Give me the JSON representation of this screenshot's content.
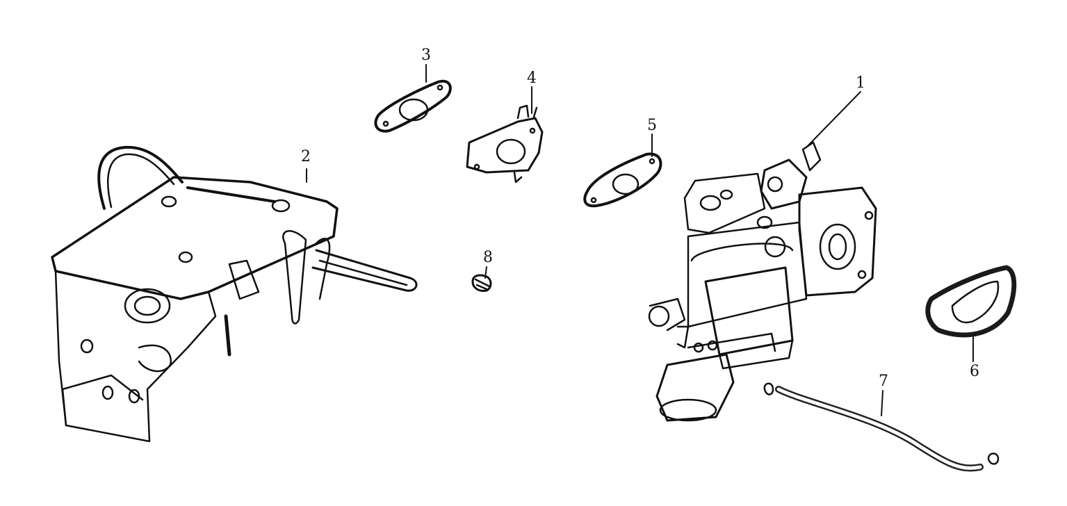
{
  "diagram": {
    "type": "exploded parts diagram",
    "line_color": "#111111",
    "background": "#ffffff",
    "parts": [
      {
        "id": "1",
        "label": "1",
        "icon": "carburetor-icon"
      },
      {
        "id": "2",
        "label": "2",
        "icon": "throttle-control-bracket-icon"
      },
      {
        "id": "3",
        "label": "3",
        "icon": "gasket-icon"
      },
      {
        "id": "4",
        "label": "4",
        "icon": "insulator-plate-icon"
      },
      {
        "id": "5",
        "label": "5",
        "icon": "gasket-icon"
      },
      {
        "id": "6",
        "label": "6",
        "icon": "air-filter-gasket-icon"
      },
      {
        "id": "7",
        "label": "7",
        "icon": "fuel-hose-icon"
      },
      {
        "id": "8",
        "label": "8",
        "icon": "nut-icon"
      }
    ]
  }
}
